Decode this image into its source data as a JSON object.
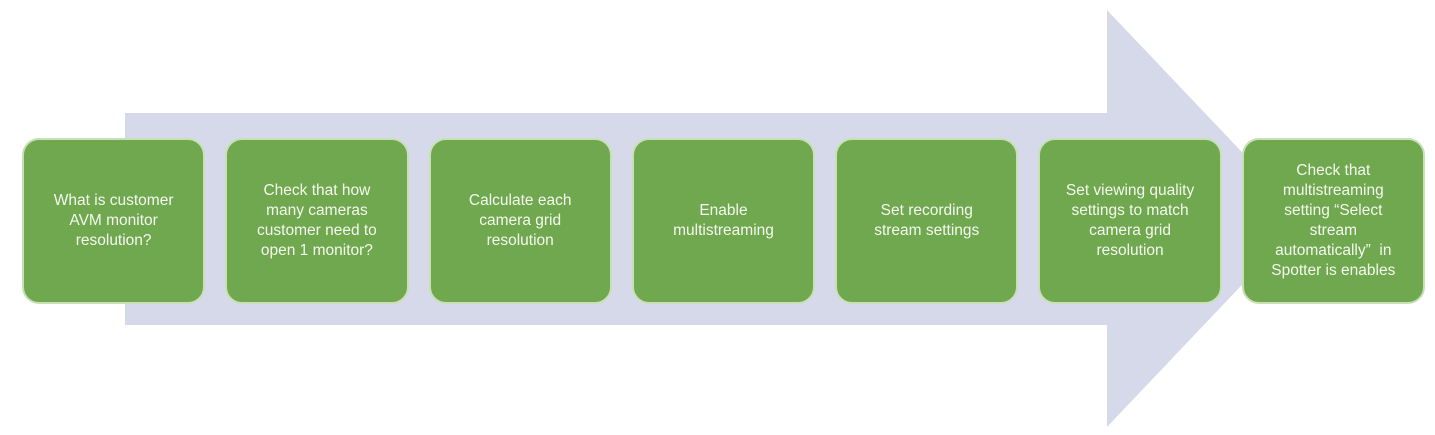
{
  "diagram": {
    "type": "process-flow-right-arrow",
    "direction": "right",
    "colors": {
      "background": "#ffffff",
      "arrow_fill": "#d6d9e9",
      "step_fill": "#6fa84e",
      "step_border": "#c9e0b6",
      "step_text": "#f5f8f0"
    },
    "steps": [
      {
        "label": "What is customer\nAVM monitor\nresolution?"
      },
      {
        "label": "Check that how\nmany cameras\ncustomer need to\nopen 1 monitor?"
      },
      {
        "label": "Calculate each\ncamera grid\nresolution"
      },
      {
        "label": "Enable\nmultistreaming"
      },
      {
        "label": "Set recording\nstream settings"
      },
      {
        "label": "Set viewing quality\nsettings to match\ncamera grid\nresolution"
      },
      {
        "label": "Check that\nmultistreaming\nsetting “Select\nstream\nautomatically”  in\nSpotter is enables"
      }
    ]
  }
}
